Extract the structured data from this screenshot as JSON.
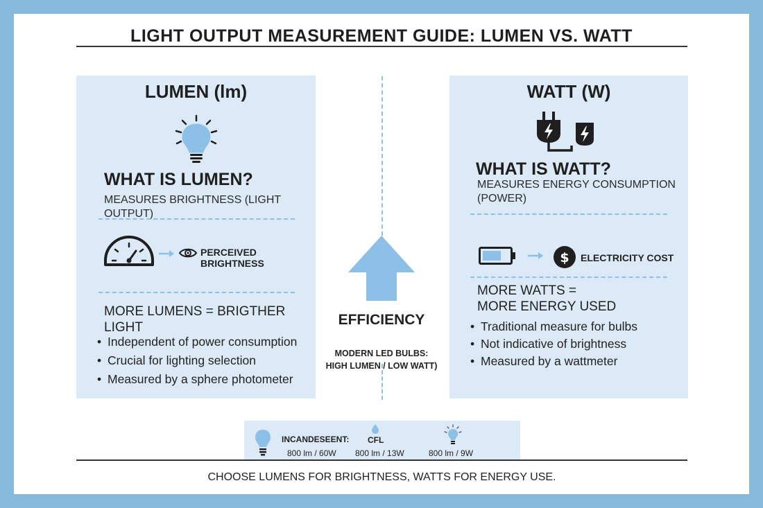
{
  "title": "LIGHT OUTPUT MEASUREMENT GUIDE: LUMEN VS. WATT",
  "lumen": {
    "title": "LUMEN (lm)",
    "icon": "light-bulb-icon",
    "heading": "WHAT IS LUMEN?",
    "subtitle": "MEASURES BRIGHTNESS (LIGHT OUTPUT)",
    "flow_icon": "gauge-icon",
    "flow_target_icon": "eye-icon",
    "flow_label": "PERCEIVED BRIGHTNESS",
    "claim": "MORE LUMENS = BRIGTHER LIGHT",
    "bullets": [
      "Independent of power consumption",
      "Crucial for lighting selection",
      "Measured by a sphere photometer"
    ]
  },
  "watt": {
    "title": "WATT (W)",
    "icon": "power-plug-icon",
    "heading": "WHAT IS WATT?",
    "subtitle_line1": "MEASURES ENERGY CONSUMPTION",
    "subtitle_line2": "(POWER)",
    "flow_icon": "battery-icon",
    "flow_target_icon": "dollar-coin-icon",
    "flow_label": "ELECTRICITY COST",
    "claim_line1": "MORE WATTS =",
    "claim_line2": "MORE ENERGY USED",
    "bullets": [
      "Traditional measure for bulbs",
      "Not indicative of brightness",
      "Measured by a wattmeter"
    ]
  },
  "center": {
    "icon": "up-arrow-icon",
    "label": "EFFICIENCY",
    "note_line1": "MODERN LED BULBS:",
    "note_line2": "HIGH LUMEN / LOW WATT)"
  },
  "comparison": {
    "incandescent_label": "INCANDESEENT:",
    "incandescent_value": "800 lm / 60W",
    "cfl_label": "CFL",
    "cfl_value": "800 lm / 13W",
    "led_value": "800 lm / 9W"
  },
  "footer": "CHOOSE LUMENS FOR BRIGHTNESS, WATTS FOR ENERGY USE.",
  "colors": {
    "border": "#86b9da",
    "panel": "#dce9f6",
    "accent": "#8cc0e6",
    "dark": "#222222"
  }
}
